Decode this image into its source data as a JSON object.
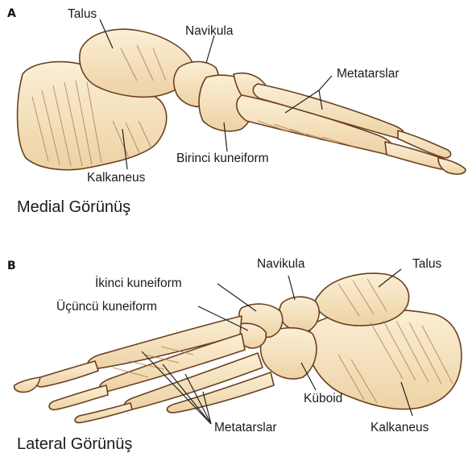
{
  "panel_a": {
    "letter": "A",
    "caption": "Medial Görünüş",
    "labels": {
      "talus": "Talus",
      "navikula": "Navikula",
      "metatarslar": "Metatarslar",
      "birinci_kuneiform": "Birinci kuneiform",
      "kalkaneus": "Kalkaneus"
    }
  },
  "panel_b": {
    "letter": "B",
    "caption": "Lateral Görünüş",
    "labels": {
      "navikula": "Navikula",
      "talus": "Talus",
      "ikinci_kuneiform": "İkinci kuneiform",
      "ucuncu_kuneiform": "Üçüncü kuneiform",
      "kuboid": "Küboid",
      "metatarslar": "Metatarslar",
      "kalkaneus": "Kalkaneus"
    }
  },
  "colors": {
    "bone_fill": "#f6e4c2",
    "bone_shade": "#b07a4e",
    "outline": "#6b3f1f",
    "leader": "#222222"
  }
}
